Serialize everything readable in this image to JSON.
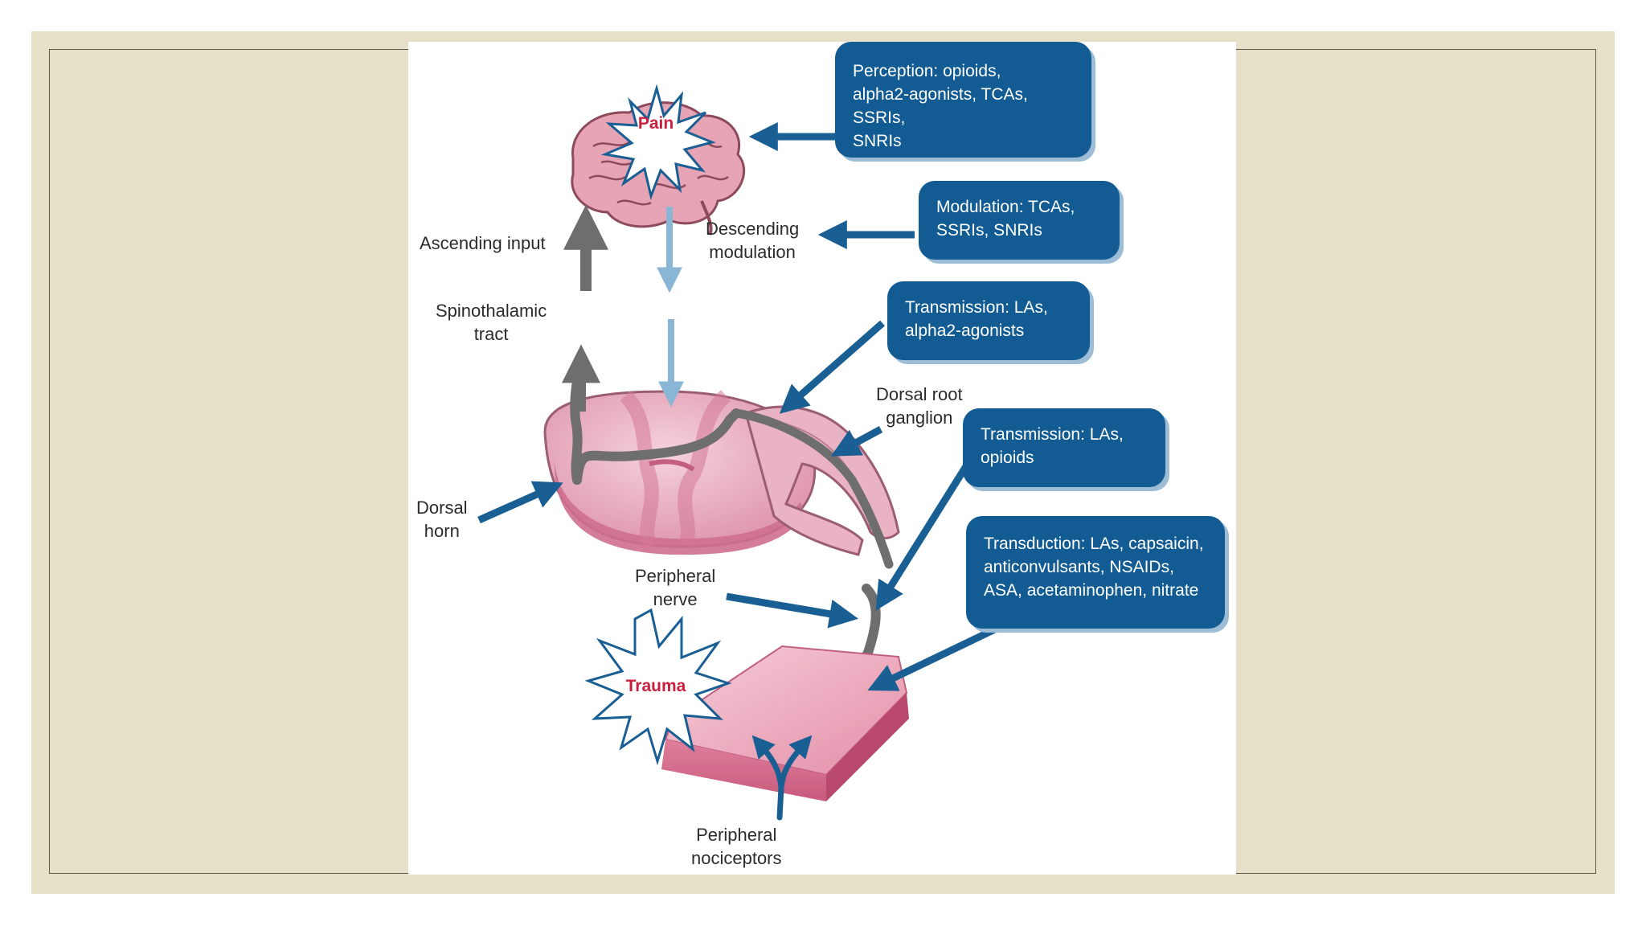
{
  "callouts": {
    "perception": [
      "Perception: opioids,",
      "alpha2-agonists, TCAs, SSRIs,",
      "SNRIs"
    ],
    "modulation": [
      "Modulation: TCAs,",
      "SSRIs, SNRIs"
    ],
    "transmission_upper": [
      "Transmission: LAs,",
      "alpha2-agonists"
    ],
    "transmission_lower": [
      "Transmission: LAs,",
      "opioids"
    ],
    "transduction": [
      "Transduction: LAs, capsaicin,",
      "anticonvulsants, NSAIDs,",
      "ASA, acetaminophen, nitrate"
    ]
  },
  "labels": {
    "ascending_input": "Ascending input",
    "descending_modulation": [
      "Descending",
      "modulation"
    ],
    "spinothalamic_tract": [
      "Spinothalamic",
      "tract"
    ],
    "dorsal_root_ganglion": [
      "Dorsal root",
      "ganglion"
    ],
    "dorsal_horn": [
      "Dorsal",
      "horn"
    ],
    "peripheral_nerve": [
      "Peripheral",
      "nerve"
    ],
    "peripheral_nociceptors": [
      "Peripheral",
      "nociceptors"
    ]
  },
  "bursts": {
    "pain": "Pain",
    "trauma": "Trauma"
  },
  "colors": {
    "slide_background": "#e6e0c9",
    "callout_fill": "#135c93",
    "callout_shadow": "#9dbcd6",
    "arrow_blue": "#1a5f94",
    "arrow_light_blue": "#8ab6d6",
    "arrow_gray": "#6e6e6e",
    "burst_text": "#c8203f",
    "tissue_pink": "#e9a9b9"
  }
}
